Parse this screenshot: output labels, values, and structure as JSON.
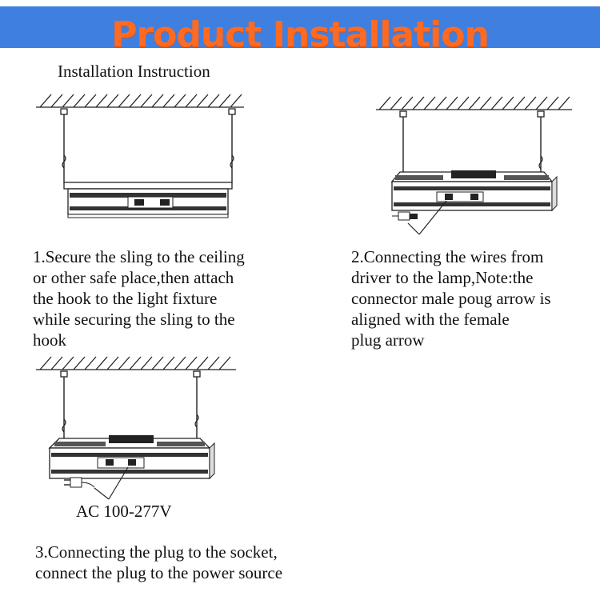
{
  "header": {
    "title": "Product Installation",
    "banner_color": "#3f7fe0",
    "title_color": "#ff6a21"
  },
  "subtitle": "Installation Instruction",
  "steps": [
    {
      "text": "1.Secure the sling to the ceiling\nor other safe place,then attach\nthe hook to the  light  fixture\nwhile securing the sling to the\nhook"
    },
    {
      "text": "2.Connecting the wires from\ndriver to the lamp,Note:the\nconnector male poug arrow is\naligned with the female\nplug arrow"
    },
    {
      "text": "3.Connecting the plug to the socket,\nconnect the plug to the power source"
    }
  ],
  "power_label": "AC 100-277V"
}
